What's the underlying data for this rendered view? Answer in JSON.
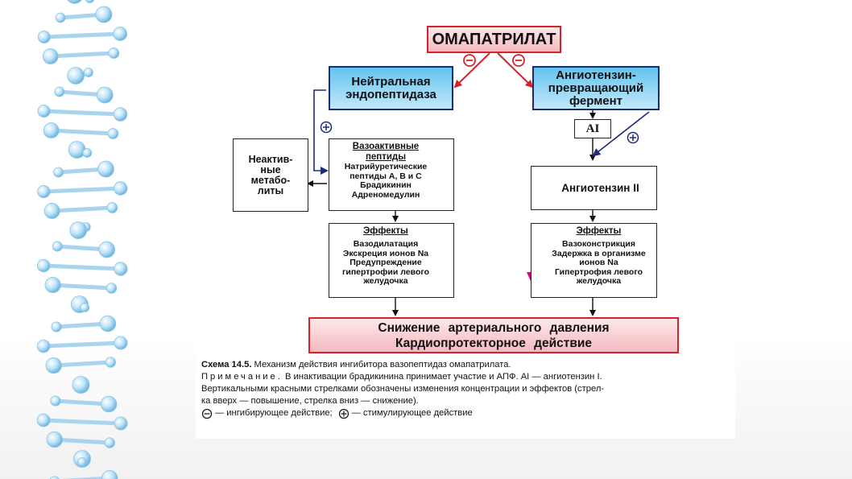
{
  "drug": "ОМАПАТРИЛАТ",
  "nep": [
    "Нейтральная",
    "эндопептидаза"
  ],
  "ace": [
    "Ангиотензин-",
    "превращающий",
    "фермент"
  ],
  "inactive": [
    "Неактив-",
    "ные",
    "метабо-",
    "литы"
  ],
  "vaso_title": [
    "Вазоактивные",
    "пептиды"
  ],
  "vaso_items": [
    "Натрийуретические",
    "пептиды A, B и C",
    "Брадикинин",
    "Адреномедулин"
  ],
  "effects_title": "Эффекты",
  "left_effects": [
    "Вазодилатация",
    "Экскреция ионов Na",
    "Предупреждение",
    "гипертрофии левого",
    "желудочка"
  ],
  "right_effects": [
    "Вазоконстрикция",
    "Задержка в организме",
    "ионов Na",
    "Гипертрофия левого",
    "желудочка"
  ],
  "ai_label": "AI",
  "angiotensin2": "Ангиотензин II",
  "result": [
    "Снижение артериального давления",
    "Кардиопротекторное действие"
  ],
  "caption": {
    "title_bold": "Схема 14.5.",
    "title_rest": " Механизм действия ингибитора вазопептидаз омапатрилата.",
    "note_label": "Примечание.",
    "note_line1": " В инактивации брадикинина принимает участие и АПФ. AI — ангиотензин I.",
    "note_line2": "Вертикальными красными стрелками обозначены изменения концентрации и эффектов (стрел-",
    "note_line3": "ка вверх — повышение, стрелка вниз — снижение).",
    "legend_minus": "— ингибирующее действие;",
    "legend_plus": "— стимулирующее действие"
  },
  "signs": {
    "minus": "−",
    "plus": "+"
  },
  "colors": {
    "red": "#d2242c",
    "magenta": "#c2117c",
    "navy": "#1f2a7a",
    "blue": "#2cb0e8"
  }
}
